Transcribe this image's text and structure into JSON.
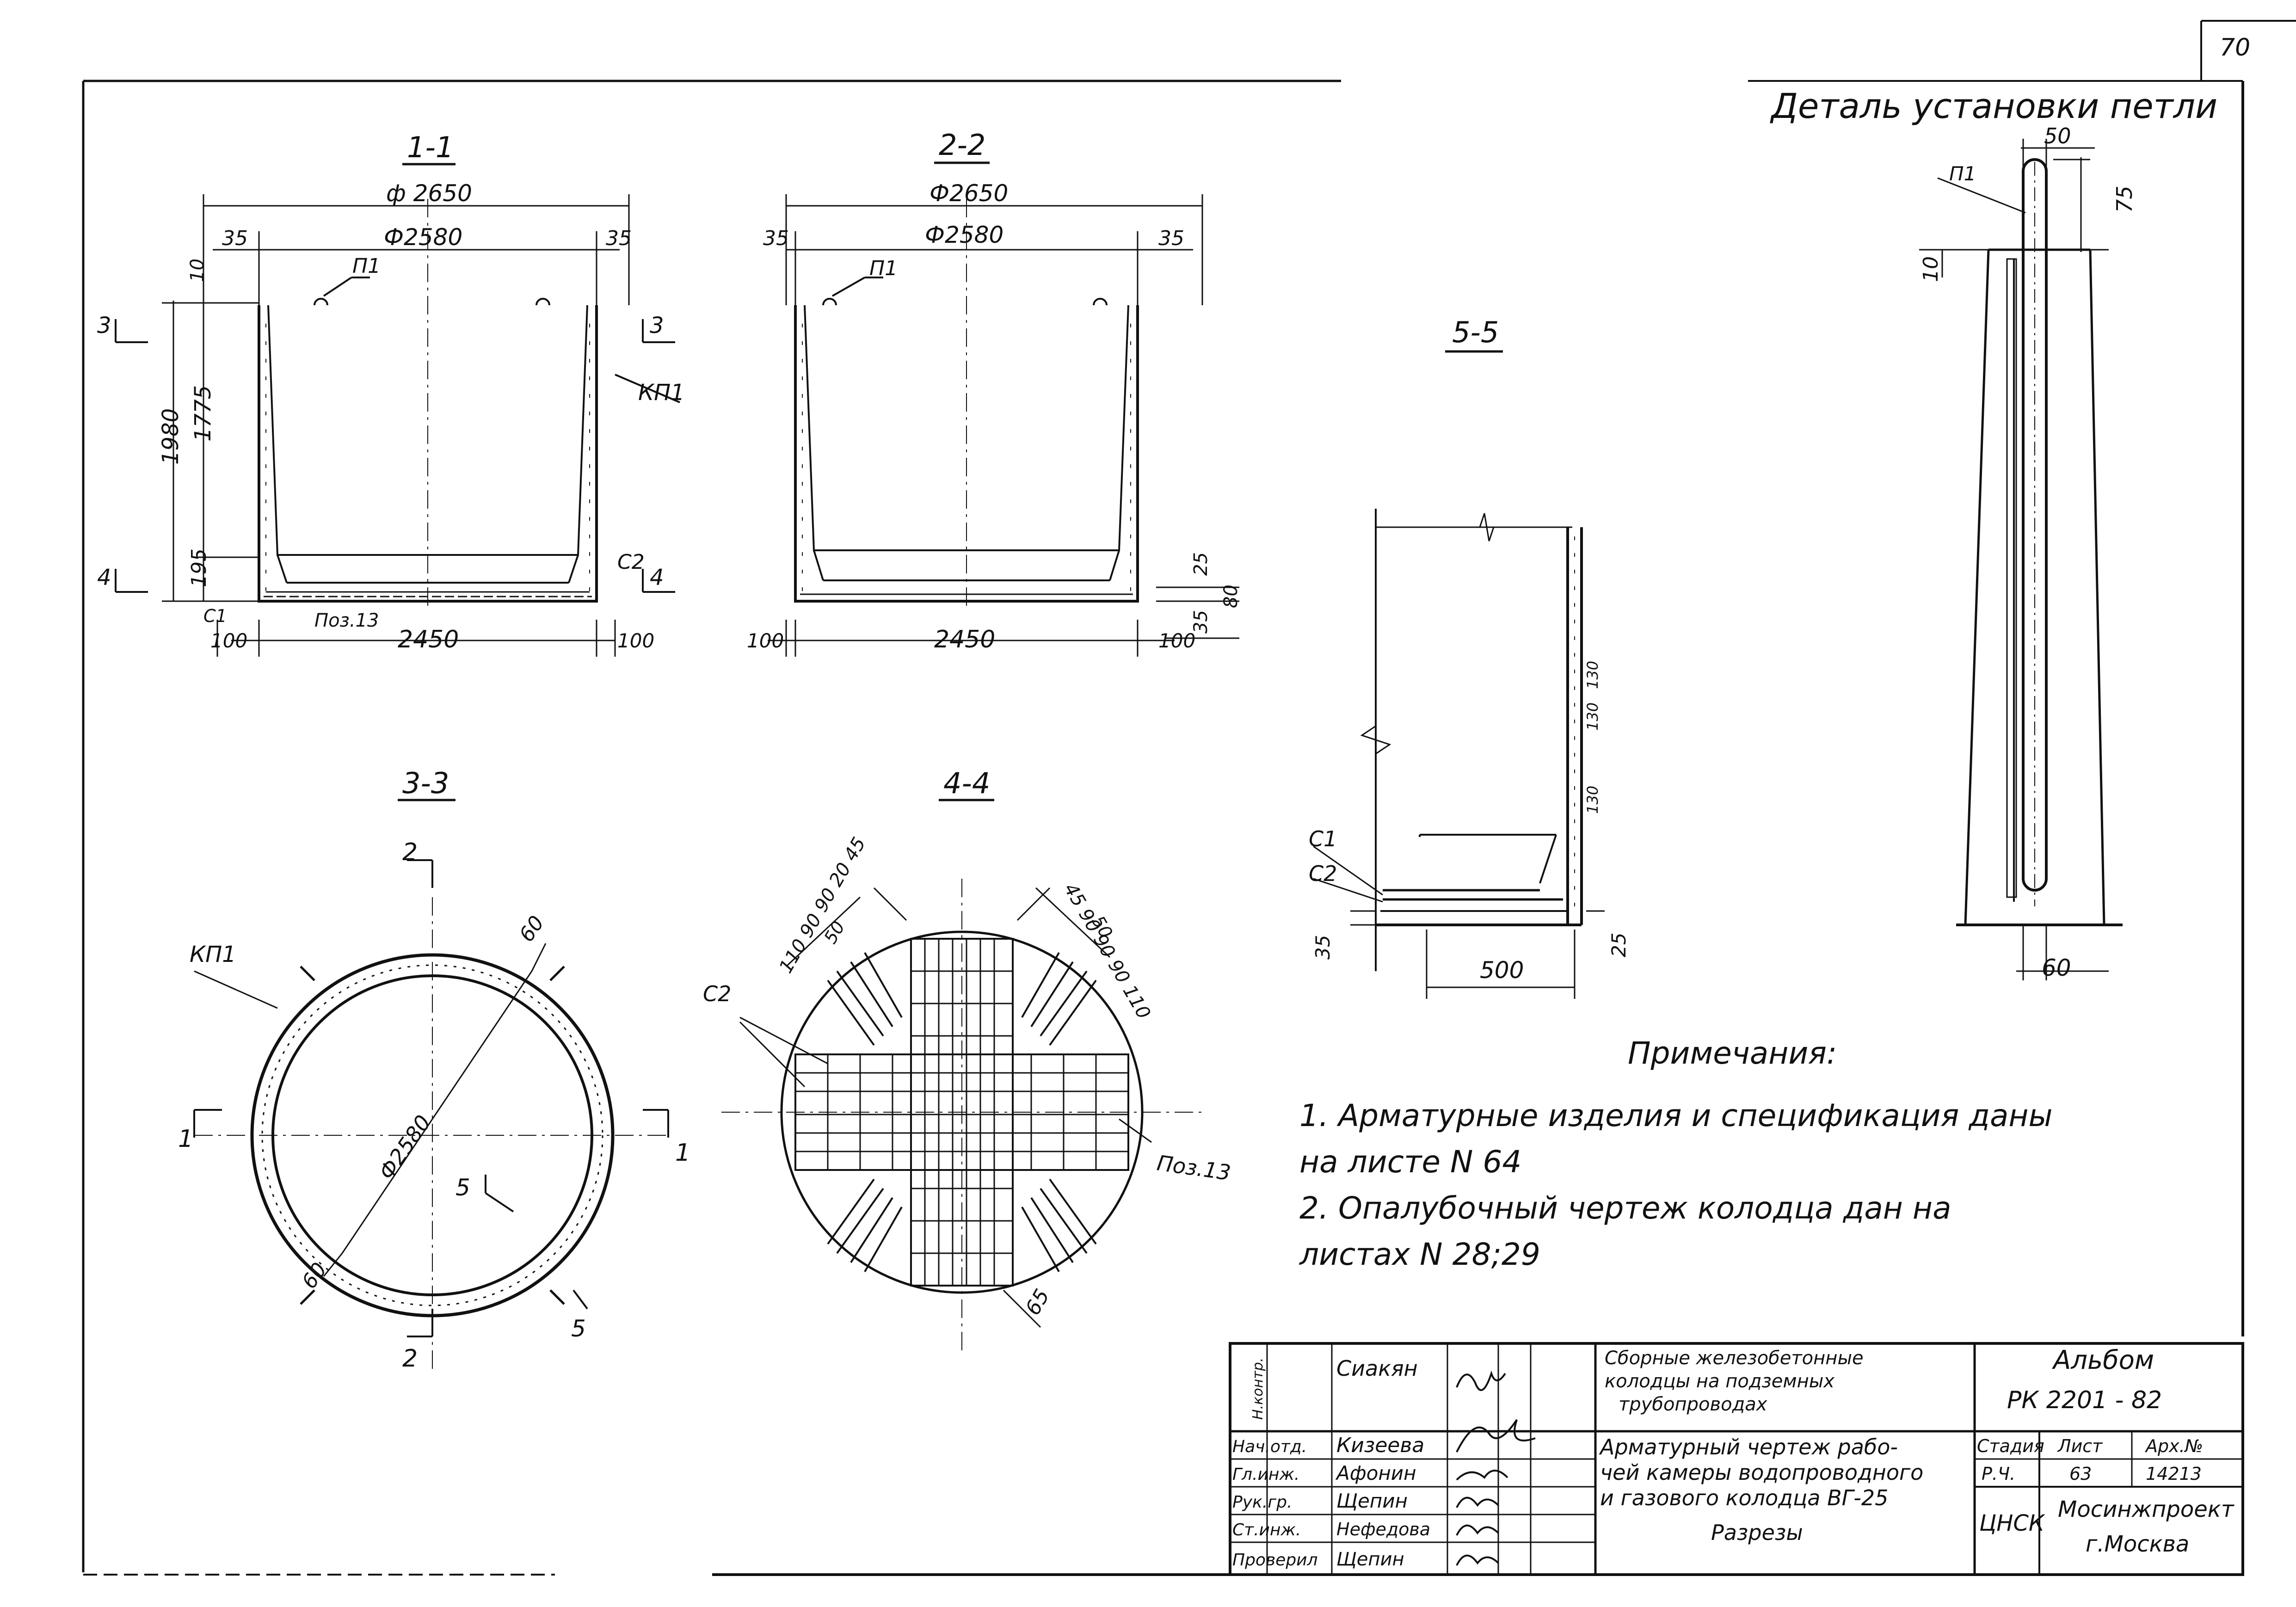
{
  "sheet_number": "70",
  "sections": {
    "s11": {
      "title": "1-1",
      "d_outer": "ф 2650",
      "d_inner": "Ф2580",
      "dim_35_left": "35",
      "dim_35_right": "35",
      "dim_10": "10",
      "dim_1980": "1980",
      "dim_1775": "1775",
      "dim_195": "195",
      "dim_100_left": "100",
      "dim_100_right": "100",
      "dim_2450": "2450",
      "label_p1": "П1",
      "label_kp1": "КП1",
      "label_c2": "С2",
      "label_c1": "С1",
      "label_poz13": "Поз.13",
      "cut_3_left": "3",
      "cut_3_right": "3",
      "cut_4_left": "4",
      "cut_4_right": "4"
    },
    "s22": {
      "title": "2-2",
      "d_outer": "Ф2650",
      "d_inner": "Ф2580",
      "dim_35_left": "35",
      "dim_35_right": "35",
      "dim_100_left": "100",
      "dim_100_right": "100",
      "dim_2450": "2450",
      "dim_25": "25",
      "dim_80": "80",
      "dim_35_bottom": "35",
      "label_p1": "П1"
    },
    "s33": {
      "title": "3-3",
      "label_kp1": "КП1",
      "dim_60_top": "60",
      "dim_60_bottom": "60",
      "diameter": "Ф2580",
      "cut_1_left": "1",
      "cut_1_right": "1",
      "cut_2_top": "2",
      "cut_2_bottom": "2",
      "cut_5_a": "5",
      "cut_5_b": "5"
    },
    "s44": {
      "title": "4-4",
      "label_c2": "С2",
      "label_poz13": "Поз.13",
      "dims_left": "110 90 90 20 45",
      "dims_left_50": "50",
      "dims_right": "45 90 90 90 110",
      "dims_right_50": "50",
      "dim_65": "65"
    },
    "s55": {
      "title": "5-5",
      "label_c1": "С1",
      "label_c2": "С2",
      "dim_35": "35",
      "dim_500": "500",
      "dim_25": "25",
      "dim_130a": "130",
      "dim_130b": "130",
      "dim_130c": "130"
    },
    "detail": {
      "title": "Деталь установки петли",
      "dim_50": "50",
      "dim_75": "75",
      "dim_10": "10",
      "dim_60": "60",
      "label_p1": "П1"
    }
  },
  "notes": {
    "heading": "Примечания:",
    "line1": "1. Арматурные изделия и спецификация даны",
    "line2": "на листе N 64",
    "line3": "2. Опалубочный чертеж колодца дан на",
    "line4": "листах N 28;29"
  },
  "title_block": {
    "roles": [
      "Н.контр.",
      "Нач.отд.",
      "Гл.инж.",
      "Рук.гр.",
      "Ст.инж.",
      "Проверил"
    ],
    "names": [
      "Сиакян",
      "Кизеева",
      "Афонин",
      "Щепин",
      "Нефедова",
      "Щепин"
    ],
    "project_title_1": "Сборные железобетонные",
    "project_title_2": "колодцы на подземных",
    "project_title_3": "трубопроводах",
    "sheet_title_1": "Арматурный чертеж рабо-",
    "sheet_title_2": "чей камеры водопроводного",
    "sheet_title_3": "и газового колодца ВГ-25",
    "sheet_title_4": "Разрезы",
    "album_label": "Альбом",
    "album_code": "РК 2201 - 82",
    "col_stage": "Стадия",
    "col_sheet": "Лист",
    "col_archive": "Арх.№",
    "stage_value": "Р.Ч.",
    "sheet_value": "63",
    "archive_value": "14213",
    "dept": "ЦНСК",
    "org_1": "Мосинжпроект",
    "org_2": "г.Москва"
  }
}
